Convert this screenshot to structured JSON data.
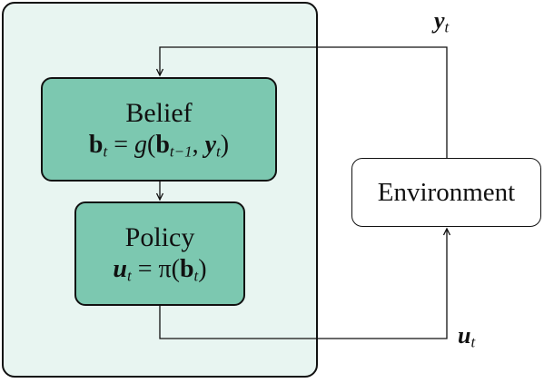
{
  "agent": {
    "belief": {
      "title": "Belief",
      "equation": {
        "lhs_symbol": "b",
        "lhs_sub": "t",
        "equals": "=",
        "func": "g",
        "open": "(",
        "arg1_symbol": "b",
        "arg1_sub": "t−1",
        "comma": ",",
        "arg2_symbol": "y",
        "arg2_sub": "t",
        "close": ")"
      }
    },
    "policy": {
      "title": "Policy",
      "equation": {
        "lhs_symbol": "u",
        "lhs_sub": "t",
        "equals": "=",
        "func": "π",
        "open": "(",
        "arg_symbol": "b",
        "arg_sub": "t",
        "close": ")"
      }
    }
  },
  "environment": {
    "label": "Environment"
  },
  "signals": {
    "observation": {
      "symbol": "y",
      "sub": "t"
    },
    "action": {
      "symbol": "u",
      "sub": "t"
    }
  },
  "colors": {
    "agent_panel": "#e8f5f1",
    "node_fill": "#7cc8b0",
    "stroke": "#111111"
  }
}
